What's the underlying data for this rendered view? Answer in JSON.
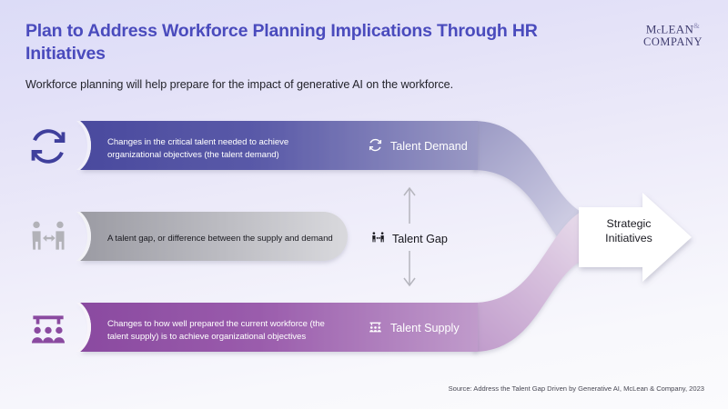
{
  "header": {
    "title": "Plan to Address Workforce Planning Implications Through HR Initiatives",
    "subtitle": "Workforce planning will help prepare for the impact of generative AI on the workforce."
  },
  "logo": {
    "line1_prefix": "M",
    "line1_sup": "c",
    "line1_main": "LEAN",
    "ampersand": "&",
    "line2": "COMPANY"
  },
  "diagram": {
    "rows": [
      {
        "id": "talent-demand",
        "icon": "sync-icon",
        "description": "Changes in the critical talent needed to achieve organizational objectives (the talent demand)",
        "label": "Talent Demand",
        "color_start": "#4f4fa3",
        "color_end": "#b9b8d6"
      },
      {
        "id": "talent-gap",
        "icon": "people-gap-icon",
        "description": "A talent gap, or difference between the supply and demand",
        "label": "Talent Gap",
        "color_start": "#9e9ea6",
        "color_end": "#d6d6da"
      },
      {
        "id": "talent-supply",
        "icon": "audience-icon",
        "description": "Changes to how well prepared the current workforce (the talent supply) is to achieve organizational objectives",
        "label": "Talent Supply",
        "color_start": "#8a4ba0",
        "color_end": "#cdaed1"
      }
    ],
    "outcome": {
      "label_line1": "Strategic",
      "label_line2": "Initiatives",
      "shape": "right-arrow",
      "fill": "#ffffff"
    },
    "gap_arrows": {
      "up": "arrow-up-icon",
      "down": "arrow-down-icon",
      "color": "#b3b3bb"
    }
  },
  "footer": {
    "source": "Source: Address the Talent Gap Driven by Generative AI, McLean & Company, 2023"
  },
  "colors": {
    "title": "#4a4bbd",
    "background_top": "#dcdcf7",
    "background_bottom": "#fbfbfd",
    "demand_icon": "#3f3f9c",
    "gap_icon": "#b0b0b6",
    "supply_icon": "#8a4ba0"
  }
}
